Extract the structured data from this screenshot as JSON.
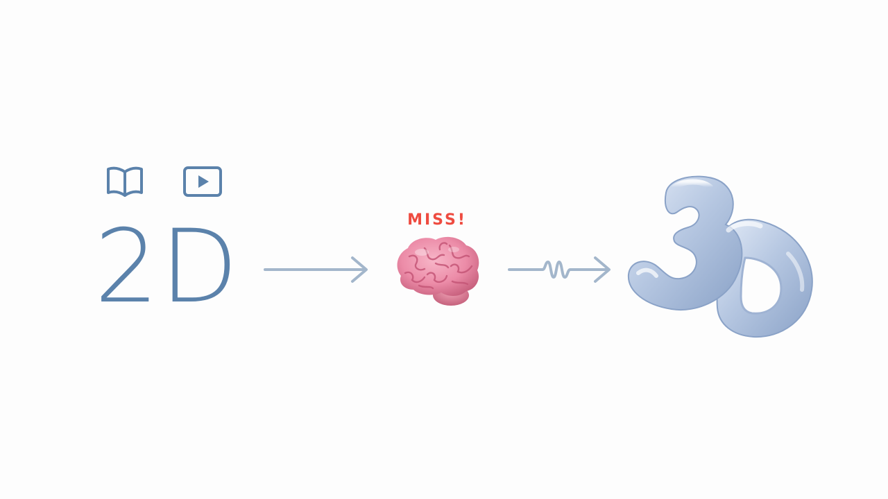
{
  "diagram": {
    "source_label": "2D",
    "source_icons": [
      "book-icon",
      "video-icon"
    ],
    "middle_icon": "brain-icon",
    "middle_annotation": "MISS!",
    "target_label": "3D",
    "colors": {
      "primary_blue": "#5b82ab",
      "arrow_gray_blue": "#a3b6cb",
      "miss_red": "#ee4b40",
      "brain_pink": "#ee8faa",
      "blob_blue": "#b9c9e3"
    }
  }
}
